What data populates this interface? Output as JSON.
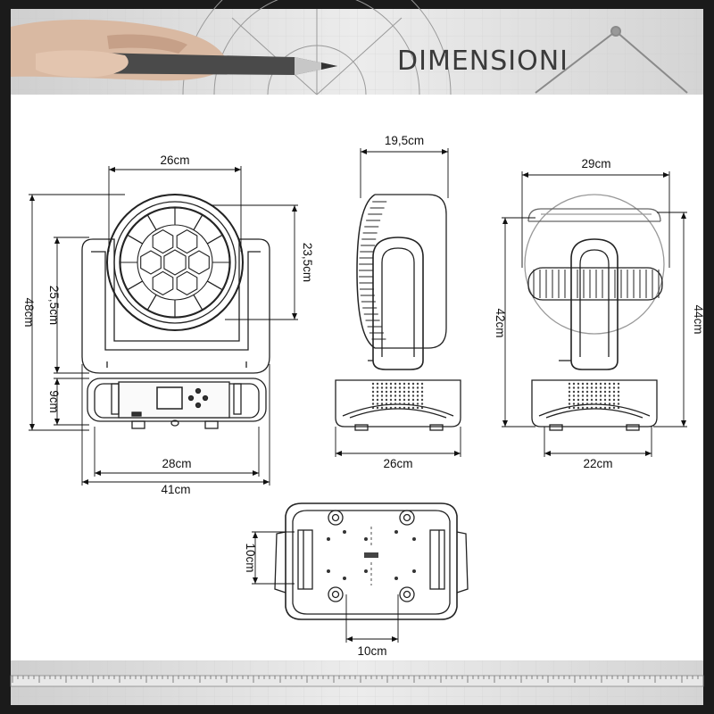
{
  "title": "DIMENSIONI",
  "colors": {
    "ink": "#222222",
    "frame": "#1a1a1a",
    "banner_bg": "#d9d9d9",
    "grid_line": "#bdbdbd"
  },
  "icons": [
    "pencil-icon",
    "protractor-icon",
    "ruler-icon"
  ],
  "dimensions": {
    "front_head_width": "26cm",
    "front_head_height": "23,5cm",
    "front_total_height": "48cm",
    "front_yoke_height": "25,5cm",
    "front_base_height": "9cm",
    "front_base_width": "28cm",
    "front_total_width": "41cm",
    "side_head_width": "19,5cm",
    "side_base_width": "26cm",
    "back_head_width": "29cm",
    "back_height_left": "42cm",
    "back_height_right": "44cm",
    "back_base_width": "22cm",
    "bottom_hole_height": "10cm",
    "bottom_hole_width": "10cm"
  }
}
